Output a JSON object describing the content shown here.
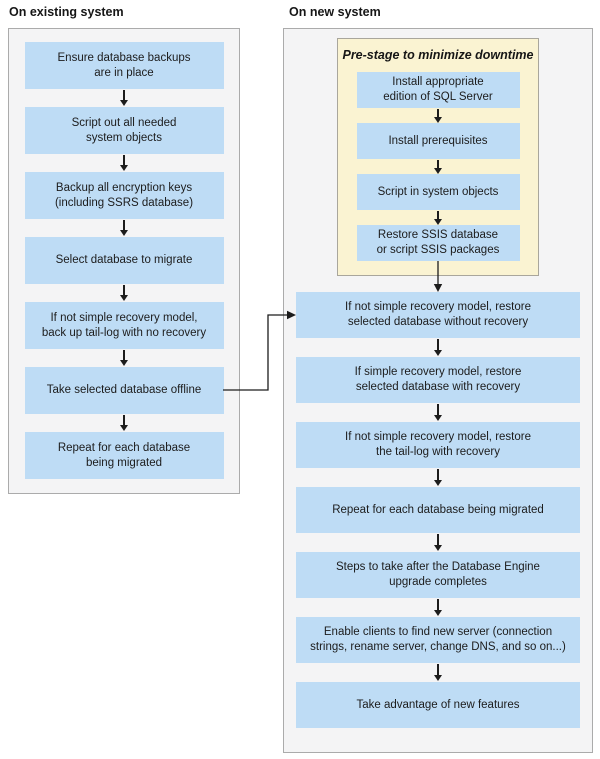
{
  "diagram": {
    "colors": {
      "node_fill": "#BEDCF5",
      "prestage_fill": "#FAF3D2",
      "prestage_border": "#A9A69C",
      "panel_fill": "#F4F4F5",
      "panel_border": "#ABABAB",
      "arrow": "#1C1C1C",
      "text": "#1C1C1C"
    },
    "left_column": {
      "title": "On existing system",
      "boxes": [
        "Ensure database backups\nare in place",
        "Script out all needed\nsystem objects",
        "Backup all encryption keys\n(including SSRS database)",
        "Select database to migrate",
        "If not simple recovery model,\nback up tail-log with no recovery",
        "Take selected database offline",
        "Repeat for each database\nbeing migrated"
      ]
    },
    "right_column": {
      "title": "On new system",
      "prestage": {
        "title": "Pre-stage to minimize downtime",
        "boxes": [
          "Install appropriate\nedition of SQL Server",
          "Install prerequisites",
          "Script in system objects",
          "Restore SSIS database\nor script SSIS packages"
        ]
      },
      "boxes": [
        "If not simple recovery model, restore\nselected database without recovery",
        "If simple recovery model, restore\nselected database with recovery",
        "If not simple recovery model, restore\nthe tail-log with recovery",
        "Repeat for each database being migrated",
        "Steps to take after the Database Engine\nupgrade completes",
        "Enable clients to find new server (connection\nstrings, rename server, change DNS, and so on...)",
        "Take advantage of new features"
      ]
    },
    "connector": {
      "from": "Take selected database offline",
      "to": "If not simple recovery model, restore selected database without recovery"
    }
  }
}
